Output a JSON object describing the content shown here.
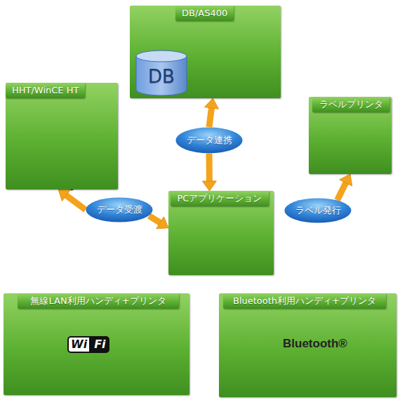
{
  "diagram": {
    "nodes": [
      {
        "text": [
          "DB/AS400"
        ]
      },
      {
        "text": [
          "DB"
        ],
        "in": 0
      },
      {
        "text": [
          "HHT/WinCE HT"
        ]
      },
      {
        "text": [
          "ラベルプリンタ"
        ]
      },
      {
        "text": [
          "データ連携"
        ]
      },
      {
        "text": [
          "データ受渡"
        ]
      },
      {
        "text": [
          "PCアプリケーション"
        ]
      },
      {
        "text": [
          "ラベル発行"
        ]
      },
      {
        "text": [
          "無線LAN利用ハンディ+プリンタ"
        ]
      },
      {
        "text": [
          "Bluetooth利用ハンディ+プリンタ"
        ]
      }
    ],
    "edges": [
      {
        "from": 4,
        "to": 0,
        "arrow": "to"
      },
      {
        "from": 4,
        "to": 6,
        "arrow": "to"
      },
      {
        "from": 5,
        "to": 2,
        "arrow": "to"
      },
      {
        "from": 5,
        "to": 6,
        "arrow": "to"
      },
      {
        "from": 7,
        "to": 3,
        "arrow": "to"
      }
    ],
    "labels": [
      "Wi",
      "Fi",
      "Bluetooth®"
    ]
  }
}
